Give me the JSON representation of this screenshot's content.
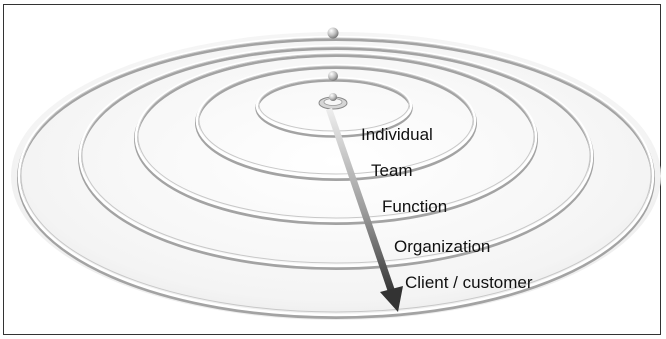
{
  "diagram": {
    "levels": [
      "Individual",
      "Team",
      "Function",
      "Organization",
      "Client / customer"
    ],
    "colors": {
      "background": "#ffffff",
      "ring_highlight": "#ffffff",
      "ring_shadow": "#9a9a9a",
      "arrow_start": "#e6e6e6",
      "arrow_end": "#333333",
      "text": "#111111"
    }
  }
}
